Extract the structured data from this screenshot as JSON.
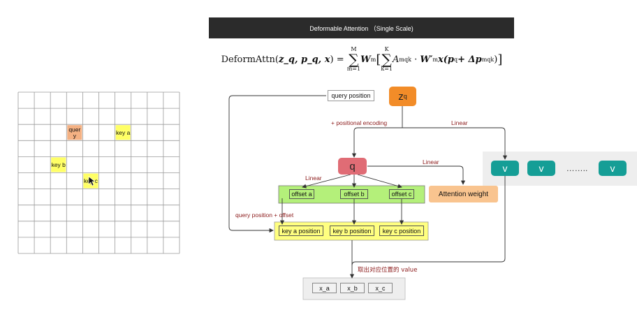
{
  "header": {
    "title": "Deformable Attention （Single Scale)"
  },
  "formula": {
    "lhs": "DeformAttn(",
    "lhs_args": "z_q, p_q, x",
    "sum_m_top": "M",
    "sum_m_bottom": "m=1",
    "W_m": "W",
    "sub_m": "m",
    "sum_k_top": "K",
    "sum_k_bottom": "k=1",
    "A": "A",
    "sub_mqk": "mqk",
    "W_prime": "W′",
    "x_term": "x(p",
    "sub_q": "q",
    "delta": " + Δp",
    "sub_mqk2": "mqk"
  },
  "grid": {
    "rows": 10,
    "cols": 10,
    "cells": [
      {
        "label": "quer\ny",
        "row": 2,
        "col": 3,
        "color": "#f4b183"
      },
      {
        "label": "key a",
        "row": 2,
        "col": 6,
        "color": "#ffff66"
      },
      {
        "label": "key b",
        "row": 4,
        "col": 2,
        "color": "#ffff66"
      },
      {
        "label": "key c",
        "row": 5,
        "col": 4,
        "color": "#ffff66"
      }
    ]
  },
  "nodes": {
    "query_position": "query position",
    "zq_main": "z",
    "zq_sub": "q",
    "q": "q",
    "offset_a": "offset a",
    "offset_b": "offset b",
    "offset_c": "offset c",
    "attention_weight": "Attention weight",
    "key_a_position": "key a position",
    "key_b_position": "key b position",
    "key_c_position": "key c position",
    "v1": "v",
    "v2": "v",
    "v_dots": "……..",
    "v3": "v",
    "x_a": "x_a",
    "x_b": "x_b",
    "x_c": "x_c"
  },
  "edge_labels": {
    "positional_encoding": "+ positional encoding",
    "linear_to_v": "Linear",
    "linear_to_attn": "Linear",
    "linear_to_offset": "Linear",
    "query_plus_offset": "query position + offset",
    "fetch_value": "取出对应位置的 value"
  },
  "colors": {
    "title_bg": "#2b2b2b",
    "zq": "#f28c28",
    "q": "#e06c75",
    "offset_row": "#b4f07a",
    "attention": "#f9c48f",
    "key_row": "#ffff80",
    "v_node": "#159e96",
    "v_panel": "#eeeeee",
    "x_panel": "#eeeeee",
    "label_red": "#8b1a1a"
  }
}
